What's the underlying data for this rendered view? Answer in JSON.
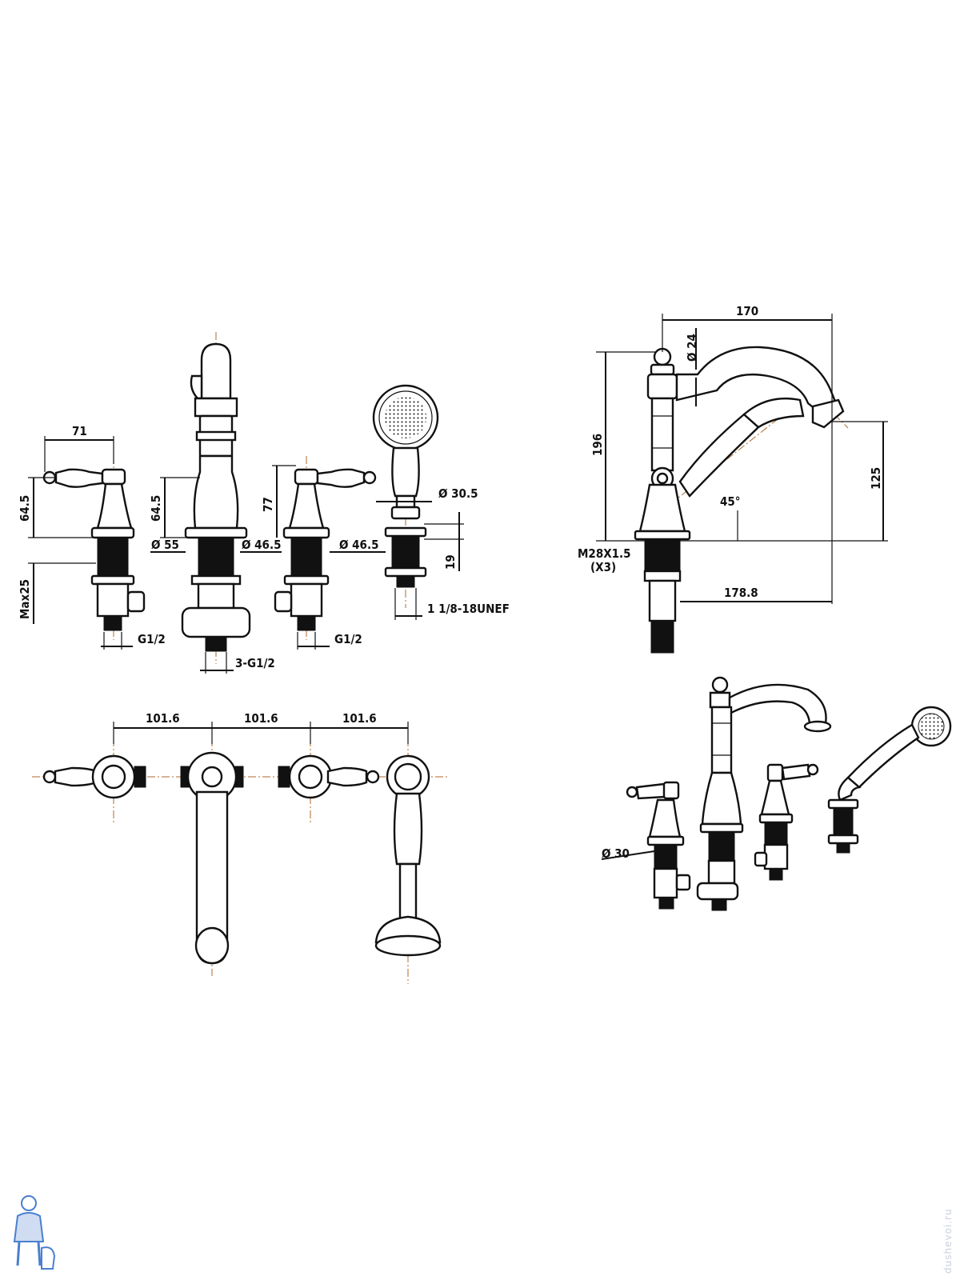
{
  "labels": {
    "front_handle_width": "71",
    "front_handle_height": "64.5",
    "front_max_deck": "Max25",
    "spout_height": "64.5",
    "diam_55": "Ø 55",
    "diam_46_5_a": "Ø 46.5",
    "handle_height_77": "77",
    "diam_46_5_b": "Ø 46.5",
    "diam_30_5": "Ø 30.5",
    "shower_19": "19",
    "shower_thread": "1 1/8-18UNEF",
    "g12_left": "G1/2",
    "g12_right": "G1/2",
    "spout_3g12": "3-G1/2",
    "side_width_170": "170",
    "side_diam_24": "Ø 24",
    "side_height_196": "196",
    "side_height_125": "125",
    "side_angle": "45°",
    "side_thread": "M28X1.5",
    "side_thread_qty": "(X3)",
    "side_reach": "178.8",
    "top_spacing_1": "101.6",
    "top_spacing_2": "101.6",
    "top_spacing_3": "101.6",
    "iso_diam_30": "Ø 30"
  },
  "watermark": "dushevoi.ru",
  "colors": {
    "line": "#111111",
    "centerline": "#b06a2a",
    "handle_cap": "#2a3fb0",
    "logo": "#4a7fd0"
  }
}
